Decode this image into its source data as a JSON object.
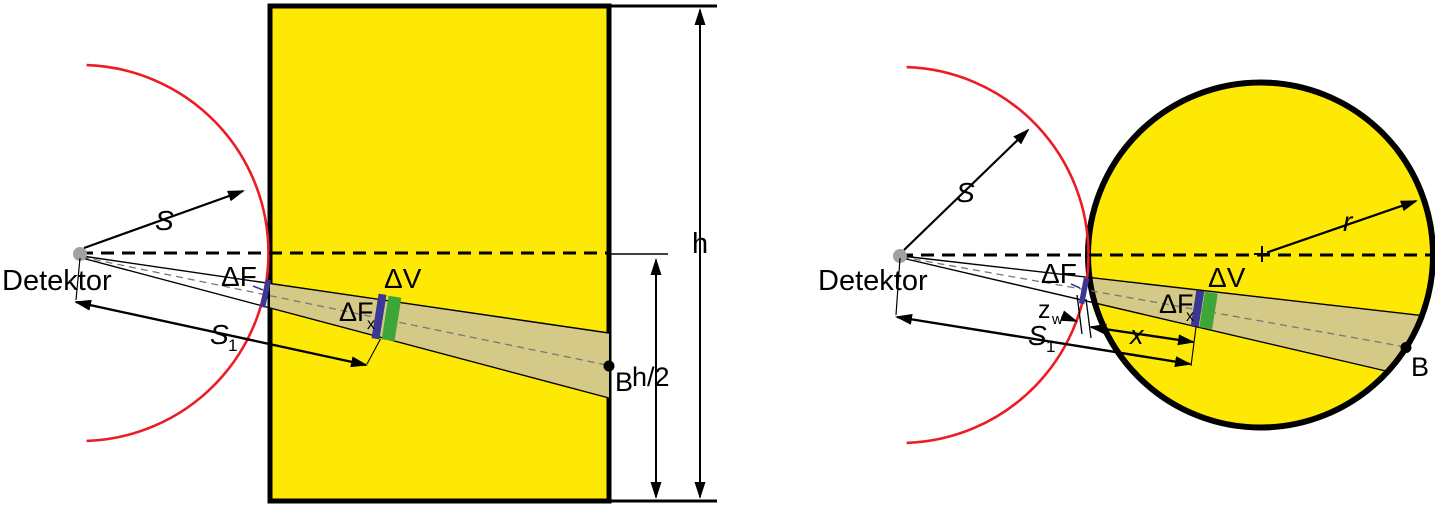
{
  "figure": {
    "description": "Detector scattering geometry: slab of thickness h (left) and sphere of radius r (right)"
  },
  "colors": {
    "material_yellow": "#FDE903",
    "beam_tan": "#D5C987",
    "arc_red": "#EC1C24",
    "delta_navy": "#3C3796",
    "volume_green": "#3EA638",
    "detector_gray": "#A1A1A1",
    "centerline_gray": "#777777"
  },
  "left": {
    "detector_label": "Detektor",
    "s_label": "S",
    "s1_base": "S",
    "s1_sub": "1",
    "df_label": "ΔF",
    "dfx_base": "ΔF",
    "dfx_sub": "x",
    "dv_label": "ΔV",
    "b_label": "B",
    "h_label": "h",
    "h_half_label": "h/2"
  },
  "right": {
    "detector_label": "Detektor",
    "s_label": "S",
    "s1_base": "S",
    "s1_sub": "1",
    "df_label": "ΔF",
    "dfx_base": "ΔF",
    "dfx_sub": "x",
    "dv_label": "ΔV",
    "zw_base": "z",
    "zw_sub": "w",
    "x_label": "x",
    "r_label": "r",
    "b_label": "B"
  }
}
